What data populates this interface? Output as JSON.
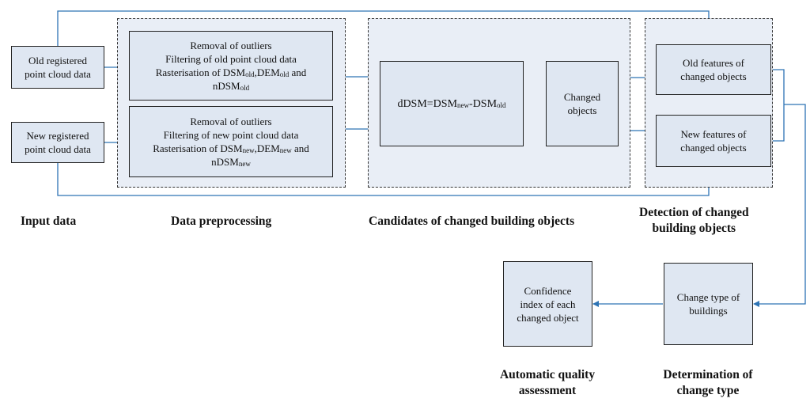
{
  "inputs": {
    "old_cloud": [
      "Old registered",
      "point cloud data"
    ],
    "new_cloud": [
      "New registered",
      "point cloud data"
    ]
  },
  "preprocessing": {
    "old": {
      "line1": "Removal of outliers",
      "line2": "Filtering of old point cloud data",
      "line3": {
        "t1": "Rasterisation of DSM",
        "s1": "old",
        "t2": ",DEM",
        "s2": "old",
        "t3": " and"
      },
      "line4": {
        "t1": "nDSM",
        "s1": "old"
      }
    },
    "new": {
      "line1": "Removal of outliers",
      "line2": "Filtering of new point cloud data",
      "line3": {
        "t1": "Rasterisation of DSM",
        "s1": "new",
        "t2": ",DEM",
        "s2": "new",
        "t3": " and"
      },
      "line4": {
        "t1": "nDSM",
        "s1": "new"
      }
    }
  },
  "candidates": {
    "formula": {
      "t1": "dDSM=DSM",
      "s1": "new",
      "t2": "-DSM",
      "s2": "old"
    },
    "changed_objects": [
      "Changed",
      "objects"
    ]
  },
  "detection": {
    "old_features": [
      "Old features of",
      "changed objects"
    ],
    "new_features": [
      "New features of",
      "changed objects"
    ]
  },
  "change_type_box": [
    "Change type of",
    "buildings"
  ],
  "confidence_box": [
    "Confidence",
    "index of each",
    "changed object"
  ],
  "stage_labels": {
    "input": "Input data",
    "preprocessing": "Data preprocessing",
    "candidates": "Candidates of changed building objects",
    "detection": [
      "Detection of changed",
      "building objects"
    ],
    "quality": [
      "Automatic quality",
      "assessment"
    ],
    "change_type": [
      "Determination of",
      "change type"
    ]
  },
  "colors": {
    "arrow": "#2e74b5",
    "box_fill": "#dfe7f2",
    "stage_fill": "#e9eef6",
    "border": "#222222"
  }
}
